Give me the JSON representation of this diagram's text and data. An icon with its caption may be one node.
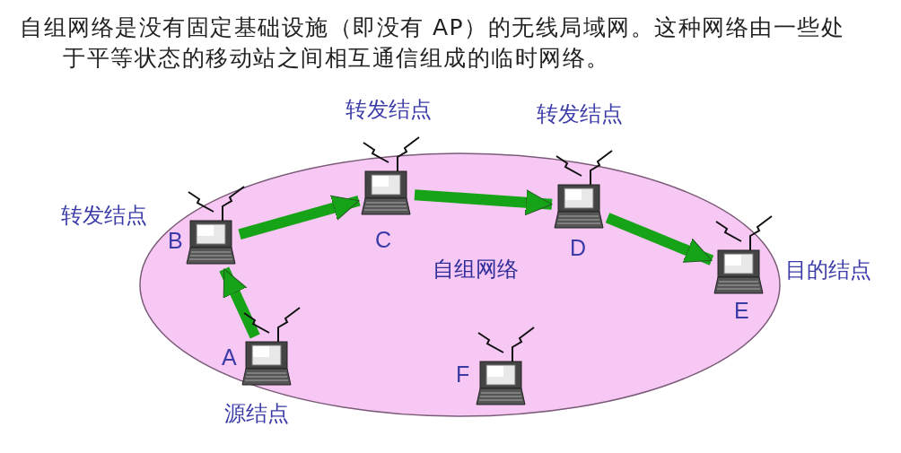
{
  "diagram": {
    "title": "自组网络是没有固定基础设施（即没有 AP）的无线局域网。这种网络由一些处于平等状态的移动站之间相互通信组成的临时网络。",
    "nodes": [
      {
        "text": [
          "自组网络"
        ]
      },
      {
        "text": [
          "A"
        ],
        "beside": [
          "源结点"
        ],
        "in": 0
      },
      {
        "text": [
          "B"
        ],
        "beside": [
          "转发结点"
        ],
        "in": 0
      },
      {
        "text": [
          "C"
        ],
        "beside": [
          "转发结点"
        ],
        "in": 0
      },
      {
        "text": [
          "D"
        ],
        "beside": [
          "转发结点"
        ],
        "in": 0
      },
      {
        "text": [
          "E"
        ],
        "beside": [
          "目的结点"
        ],
        "in": 0
      },
      {
        "text": [
          "F"
        ],
        "in": 0
      }
    ],
    "edges": [
      {
        "from": 1,
        "to": 2,
        "arrow": "to"
      },
      {
        "from": 2,
        "to": 3,
        "arrow": "to"
      },
      {
        "from": 3,
        "to": 4,
        "arrow": "to"
      },
      {
        "from": 4,
        "to": 5,
        "arrow": "to"
      }
    ]
  }
}
